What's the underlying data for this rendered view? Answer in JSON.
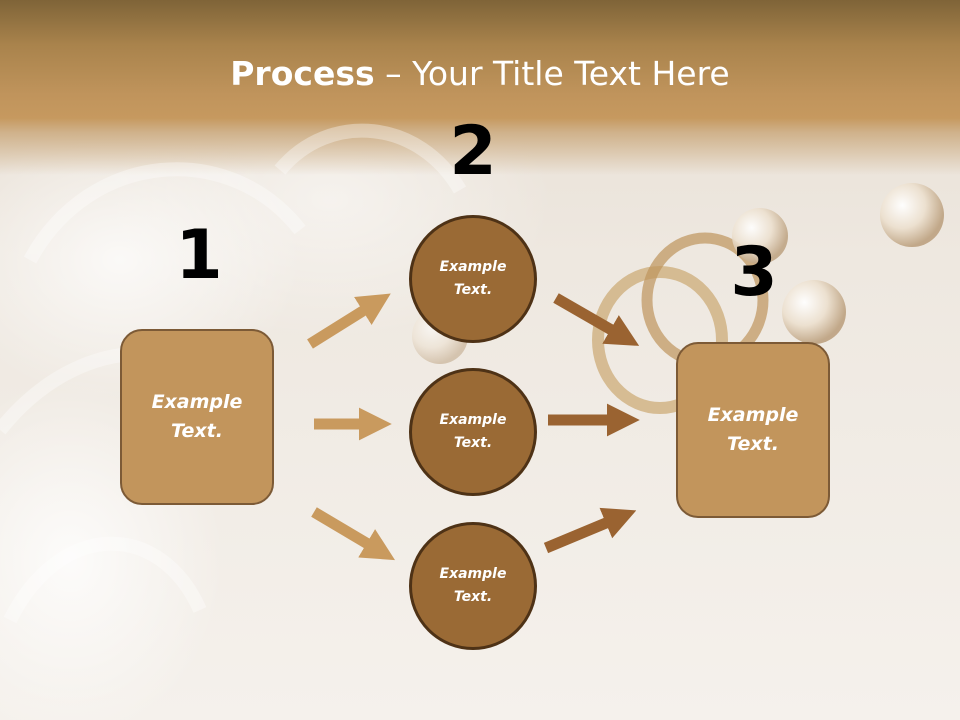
{
  "title": {
    "bold": "Process",
    "rest": " – Your Title Text Here"
  },
  "step_numbers": [
    "1",
    "2",
    "3"
  ],
  "left_box": {
    "text": "Example Text."
  },
  "circles": [
    {
      "text": "Example Text."
    },
    {
      "text": "Example Text."
    },
    {
      "text": "Example Text."
    }
  ],
  "right_box": {
    "text": "Example Text."
  },
  "colors": {
    "header": "#c0945c",
    "box_fill": "#c2955c",
    "circle_fill": "#9a6a35",
    "arrow_light": "#c99a5e",
    "arrow_dark": "#9a6331"
  }
}
